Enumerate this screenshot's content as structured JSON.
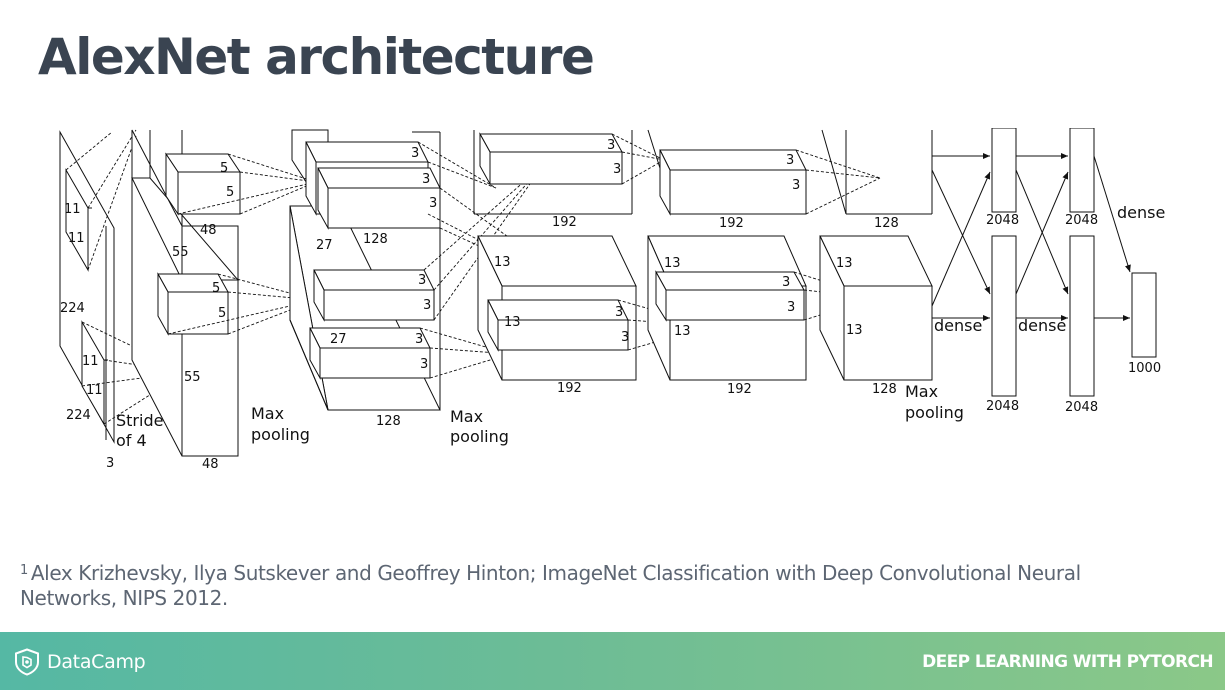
{
  "slide": {
    "title": "AlexNet architecture"
  },
  "diagram": {
    "labels": {
      "input_11a": "11",
      "input_11b": "11",
      "input_224_side": "224",
      "input_11c": "11",
      "input_11d": "11",
      "input_224_bottom": "224",
      "input_3": "3",
      "stride": "Stride",
      "stride_of": "of 4",
      "c1_55a": "55",
      "c1_55b": "55",
      "c1_5a": "5",
      "c1_5b": "5",
      "c1_5c": "5",
      "c1_5d": "5",
      "c1_48_top": "48",
      "c1_48_bottom": "48",
      "pool1_a": "Max",
      "pool1_b": "pooling",
      "c2_27a": "27",
      "c2_27b": "27",
      "c2_128_top": "128",
      "c2_128_bottom": "128",
      "c2_3a": "3",
      "c2_3b": "3",
      "c2_3c": "3",
      "c2_3d": "3",
      "c2_3e": "3",
      "c2_3f": "3",
      "c2_3g": "3",
      "pool2_a": "Max",
      "pool2_b": "pooling",
      "c3_13a": "13",
      "c3_13b": "13",
      "c3_192_top": "192",
      "c3_192_bottom": "192",
      "c3_3a": "3",
      "c3_3b": "3",
      "c3_3c": "3",
      "c3_3d": "3",
      "c4_13a": "13",
      "c4_13b": "13",
      "c4_192_top": "192",
      "c4_192_bottom": "192",
      "c4_3a": "3",
      "c4_3b": "3",
      "c4_3c": "3",
      "c4_3d": "3",
      "c5_13a": "13",
      "c5_13b": "13",
      "c5_128_top": "128",
      "c5_128_bottom": "128",
      "pool3_a": "Max",
      "pool3_b": "pooling",
      "dense_1": "dense",
      "dense_2": "dense",
      "dense_3": "dense",
      "fc6_top": "2048",
      "fc6_bottom": "2048",
      "fc7_top": "2048",
      "fc7_bottom": "2048",
      "fc8": "1000"
    }
  },
  "footnote": {
    "marker": "1",
    "text": "Alex Krizhevsky, Ilya Sutskever and Geoffrey Hinton; ImageNet Classification with Deep Convolutional Neural Networks, NIPS 2012."
  },
  "footer": {
    "brand": "DataCamp",
    "course": "DEEP LEARNING WITH PYTORCH"
  },
  "colors": {
    "title": "#3a4451",
    "footer_gradient_start": "#55b8a4",
    "footer_gradient_end": "#8bc888",
    "footer_text": "#ffffff"
  },
  "icons": {
    "brand": "datacamp-shield-icon"
  }
}
